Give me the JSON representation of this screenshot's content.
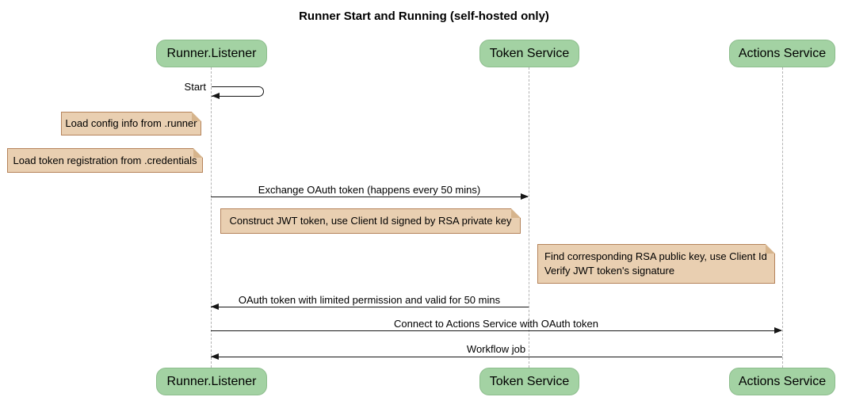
{
  "title": "Runner Start and Running (self-hosted only)",
  "participants": [
    {
      "name": "Runner.Listener"
    },
    {
      "name": "Token Service"
    },
    {
      "name": "Actions Service"
    }
  ],
  "messages": [
    {
      "label": "Start",
      "from": "Runner.Listener",
      "to": "Runner.Listener",
      "kind": "self"
    },
    {
      "label": "Exchange OAuth token (happens every 50 mins)",
      "from": "Runner.Listener",
      "to": "Token Service",
      "kind": "solid"
    },
    {
      "label": "OAuth token with limited permission and valid for 50 mins",
      "from": "Token Service",
      "to": "Runner.Listener",
      "kind": "solid"
    },
    {
      "label": "Connect to Actions Service with OAuth token",
      "from": "Runner.Listener",
      "to": "Actions Service",
      "kind": "solid"
    },
    {
      "label": "Workflow job",
      "from": "Actions Service",
      "to": "Runner.Listener",
      "kind": "solid"
    }
  ],
  "notes": [
    {
      "text": "Load config info from .runner",
      "position": "left of Runner.Listener"
    },
    {
      "text": "Load token registration from .credentials",
      "position": "left of Runner.Listener"
    },
    {
      "text": "Construct JWT token, use Client Id signed by RSA private key",
      "position": "over Runner.Listener to Token Service"
    },
    {
      "lines": [
        "Find corresponding RSA public key, use Client Id",
        "Verify JWT token's signature"
      ],
      "position": "left of Actions Service"
    }
  ],
  "colors": {
    "participant_fill": "#a3d2a3",
    "participant_border": "#8cbd8c",
    "note_fill": "#e9cfb1",
    "note_border": "#b5835a",
    "note_fold": "#d6b48c",
    "arrow": "#161616",
    "lifeline": "#b3b3b3",
    "background": "#ffffff"
  }
}
